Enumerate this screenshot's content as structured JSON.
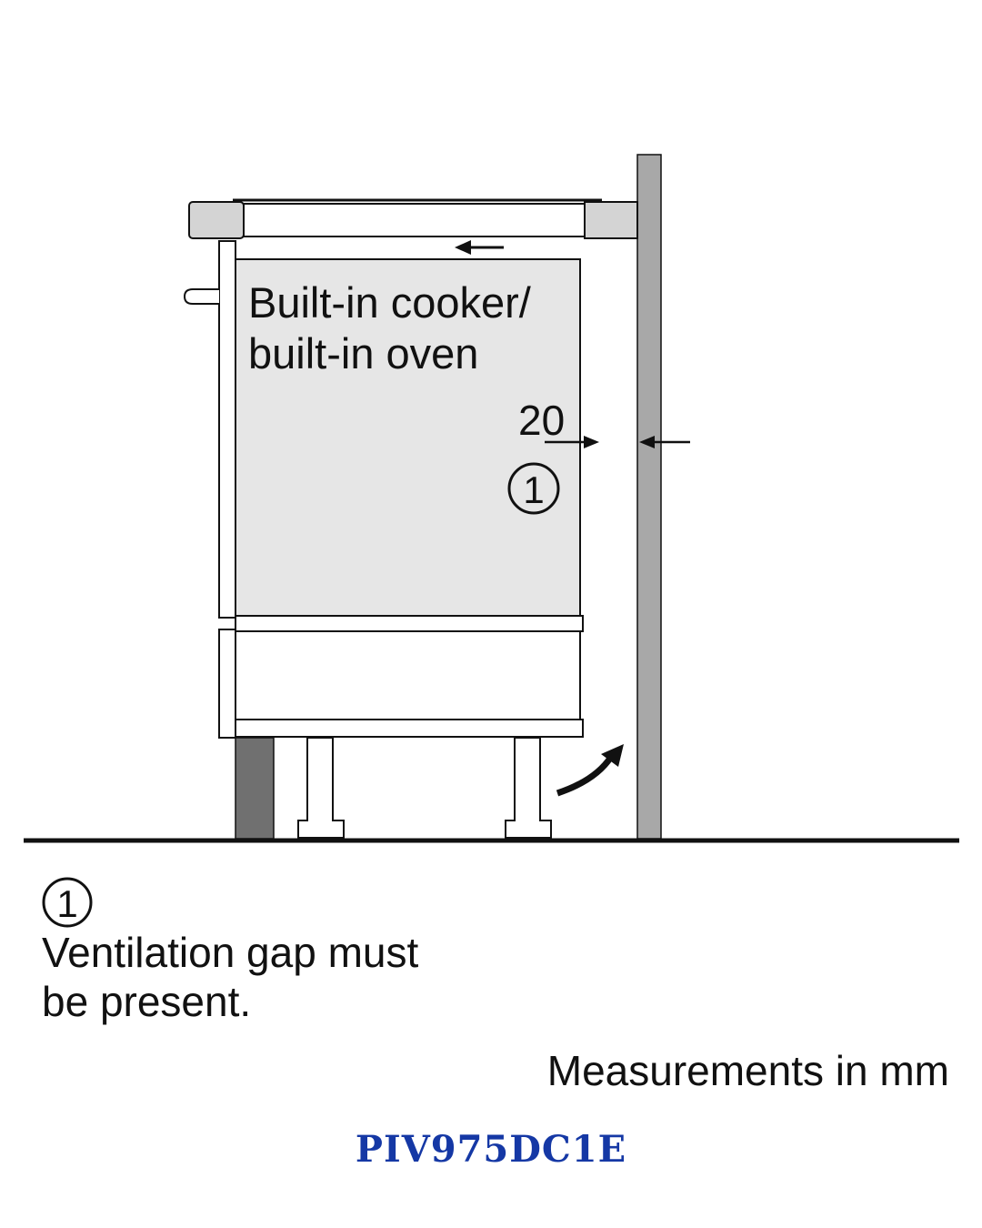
{
  "diagram": {
    "appliance_label_line1": "Built-in cooker/",
    "appliance_label_line2": "built-in oven",
    "gap_value": "20",
    "marker_symbol": "①"
  },
  "legend": {
    "marker_symbol": "①",
    "line1": "Ventilation gap must",
    "line2": "be present."
  },
  "units_note": "Measurements in mm",
  "model_code": "PIV975DC1E",
  "colors": {
    "line": "#111111",
    "appliance_fill": "#e6e6e6",
    "worktop_fill": "#d4d4d4",
    "wall_fill": "#a8a8a8",
    "plinth_fill": "#707070",
    "model_code": "#1538a5"
  }
}
